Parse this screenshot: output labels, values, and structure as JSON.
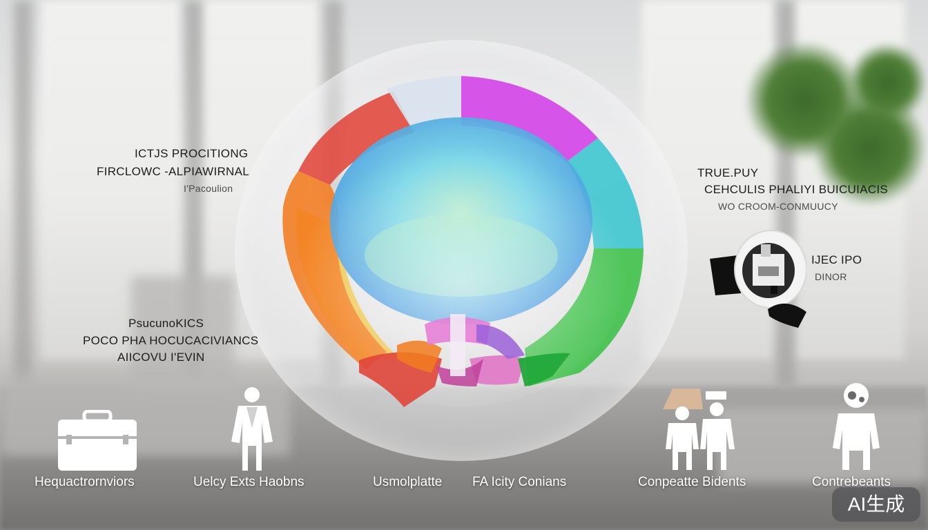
{
  "labels": {
    "top_left": [
      "ICTJS PROCITIONG",
      "FIRCLOWC -ALPIAWIRNAL",
      "I'Pacoulion"
    ],
    "mid_left": [
      "PsucunoKICS",
      "POCO PHA HOCUCACIVIANCS",
      "AIICOVU I'EVIN"
    ],
    "top_right": [
      "TRUE.PUY",
      "CEHCULIS PHALIYI BUICUIACIS",
      "WO CROOM-CONMUUCY"
    ],
    "mid_right": [
      "IJEC IPO",
      "DINOR"
    ]
  },
  "captions": [
    "Hequactrornviors",
    "Uelcy Exts Haobns",
    "Usmolplatte",
    "FA Icity Conians",
    "Conpeatte Bidents",
    "Contrebeants"
  ],
  "badge": {
    "text": "AI生成"
  },
  "icons": [
    "briefcase-icon",
    "person-icon",
    "two-people-icon",
    "person-icon",
    "camera-robot-icon"
  ],
  "colors": {
    "segment_red": "#e0463a",
    "segment_orange": "#f27b1f",
    "segment_yellow": "#f0c43a",
    "segment_green": "#3fc24a",
    "segment_teal": "#3fc6cf",
    "segment_magenta": "#d446e6",
    "segment_light": "#d9e2ee",
    "inner_blue": "#4a9be0",
    "inner_cyan": "#6ed4e6",
    "inner_mint": "#a7e7c5"
  }
}
